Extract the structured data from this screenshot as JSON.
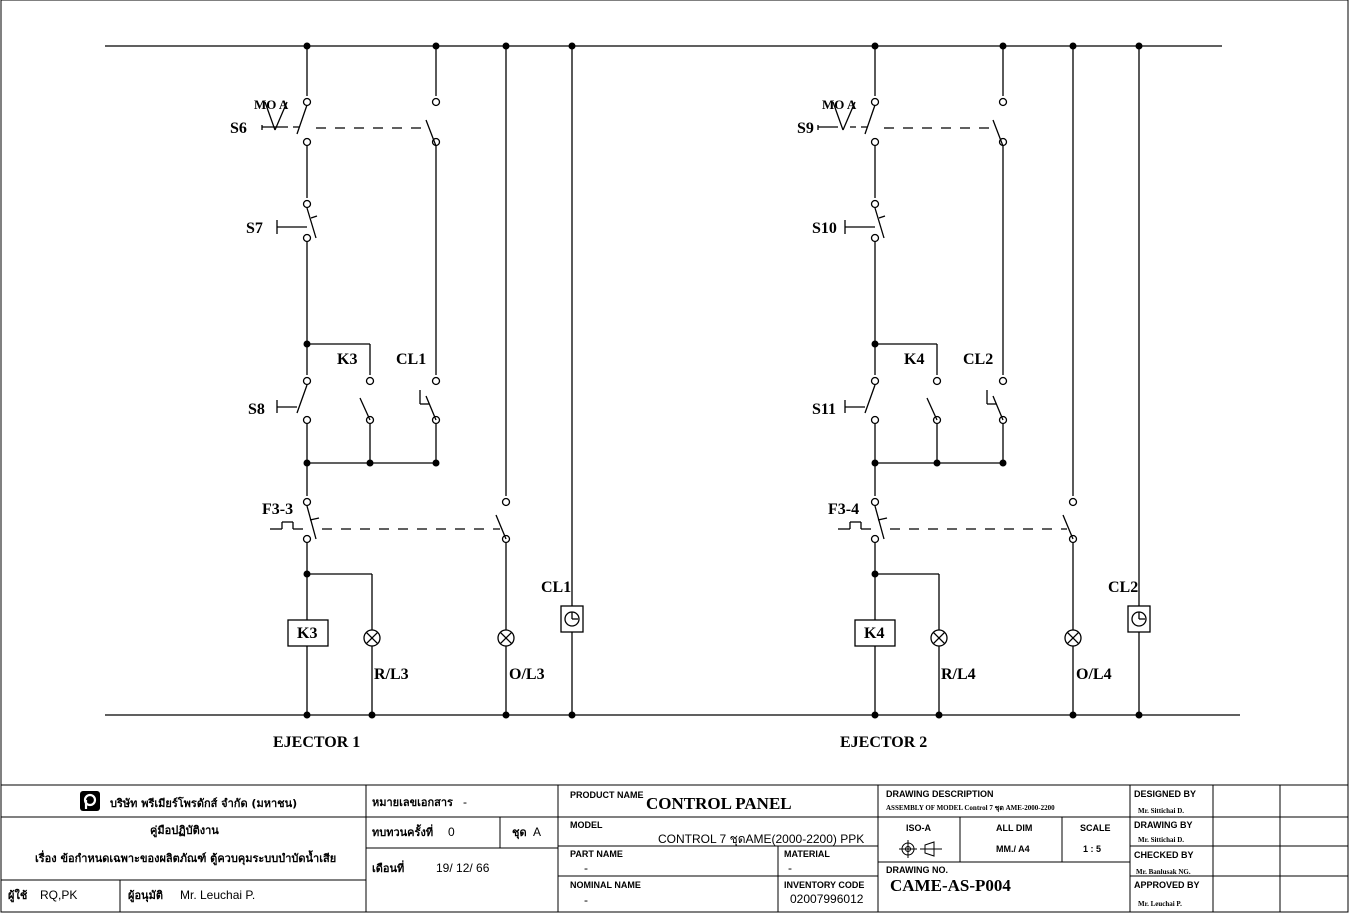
{
  "diagram": {
    "left": {
      "title": "EJECTOR 1",
      "mode_label": "MO A",
      "selector": "S6",
      "stop": "S7",
      "start": "S8",
      "aux_contact": "K3",
      "timer_contact": "CL1",
      "overload": "F3-3",
      "coil": "K3",
      "run_lamp": "R/L3",
      "trip_lamp": "O/L3",
      "timer": "CL1"
    },
    "right": {
      "title": "EJECTOR 2",
      "mode_label": "MO A",
      "selector": "S9",
      "stop": "S10",
      "start": "S11",
      "aux_contact": "K4",
      "timer_contact": "CL2",
      "overload": "F3-4",
      "coil": "K4",
      "run_lamp": "R/L4",
      "trip_lamp": "O/L4",
      "timer": "CL2"
    }
  },
  "title_block": {
    "company": "บริษัท พรีเมียร์โพรดักส์ จำกัด (มหาชน)",
    "doc_no_label": "หมายเลขเอกสาร",
    "doc_no_value": "-",
    "manual": "คู่มือปฏิบัติงาน",
    "subject": "เรื่อง ข้อกำหนดเฉพาะของผลิตภัณฑ์ ตู้ควบคุมระบบบำบัดน้ำเสีย",
    "revision_label": "ทบทวนครั้งที่",
    "revision_value": "0",
    "set_label": "ชุด",
    "set_value": "A",
    "month_label": "เดือนที่",
    "month_value": "19/ 12/ 66",
    "user_label": "ผู้ใช้",
    "user_value": "RQ,PK",
    "approver_label": "ผู้อนุมัติ",
    "approver_value": "Mr. Leuchai P.",
    "product_name_label": "PRODUCT NAME",
    "product_name": "CONTROL PANEL",
    "model_label": "MODEL",
    "model": "CONTROL 7 ชุดAME(2000-2200) PPK",
    "part_name_label": "PART NAME",
    "part_name": "-",
    "material_label": "MATERIAL",
    "material": "-",
    "nominal_name_label": "NOMINAL NAME",
    "nominal_name": "-",
    "inventory_code_label": "INVENTORY CODE",
    "inventory_code": "02007996012",
    "drawing_desc_label": "DRAWING DESCRIPTION",
    "drawing_desc": "ASSEMBLY OF MODEL Control 7 ชุด AME-2000-2200",
    "iso_label": "ISO-A",
    "dim_label": "ALL DIM",
    "dim_value": "MM./ A4",
    "scale_label": "SCALE",
    "scale_value": "1 : 5",
    "drawing_no_label": "DRAWING NO.",
    "drawing_no": "CAME-AS-P004",
    "designed_by_label": "DESIGNED BY",
    "designed_by": "Mr. Sittichai D.",
    "drawing_by_label": "DRAWING BY",
    "drawing_by": "Mr. Sittichai D.",
    "checked_by_label": "CHECKED BY",
    "checked_by": "Mr. Banlusak NG.",
    "approved_by_label": "APPROVED BY",
    "approved_by": "Mr. Leuchai P."
  }
}
